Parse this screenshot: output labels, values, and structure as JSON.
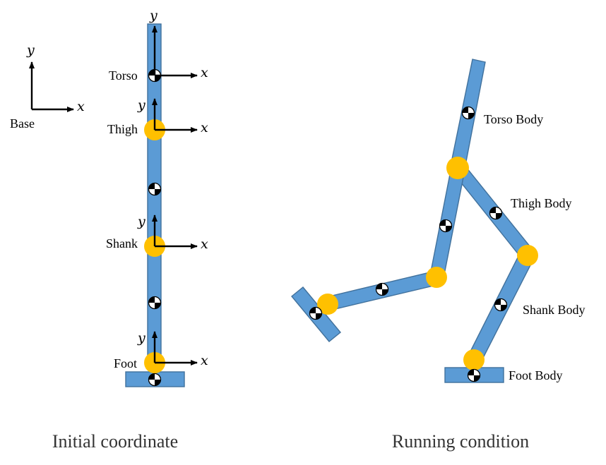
{
  "colors": {
    "segment_fill": "#5B9BD5",
    "segment_stroke": "#41719C",
    "joint": "#FFC000",
    "arrow": "#000000"
  },
  "base_frame": {
    "label": "Base",
    "x_axis": "x",
    "y_axis": "y"
  },
  "initial_coordinate": {
    "caption": "Initial coordinate",
    "frames": [
      {
        "label": "Torso",
        "x_axis": "x",
        "y_axis": "y"
      },
      {
        "label": "Thigh",
        "x_axis": "x",
        "y_axis": "y"
      },
      {
        "label": "Shank",
        "x_axis": "x",
        "y_axis": "y"
      },
      {
        "label": "Foot",
        "x_axis": "x",
        "y_axis": "y"
      }
    ]
  },
  "running_condition": {
    "caption": "Running condition",
    "bodies": [
      {
        "label": "Torso Body"
      },
      {
        "label": "Thigh Body"
      },
      {
        "label": "Shank Body"
      },
      {
        "label": "Foot Body"
      }
    ]
  },
  "icons": {
    "center_of_mass": "center-of-mass-icon",
    "joint": "joint-icon"
  }
}
